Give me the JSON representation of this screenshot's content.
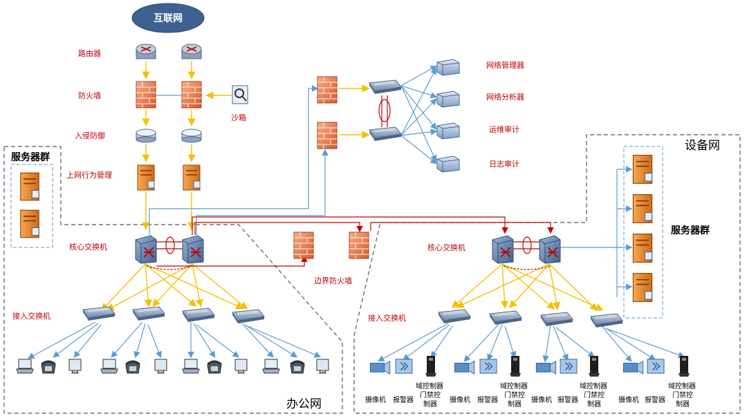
{
  "internet": "互联网",
  "labels": {
    "router": "路由器",
    "firewall": "防火墙",
    "ips": "入侵防御",
    "behavior_mgmt": "上网行为管理",
    "sandbox": "沙箱",
    "server_group_left": "服务器群",
    "core_switch_left": "核心交换机",
    "access_switch_left": "接入交换机",
    "border_firewall": "边界防火墙",
    "office_net": "办公网",
    "device_net": "设备网",
    "server_group_right": "服务器群",
    "core_switch_right": "核心交换机",
    "access_switch_right": "接入交换机"
  },
  "mgmt_items": [
    "网络管理器",
    "网络分析器",
    "运维审计",
    "日志审计"
  ],
  "device_labels": {
    "camera": "摄像机",
    "alarm": "报警器",
    "controller_l1": "域控制器",
    "controller_l2": "门禁控",
    "controller_l3": "制器"
  },
  "colors": {
    "red_label": "#c00000",
    "yellow_link": "#f5c000",
    "blue_link": "#5b9bd5",
    "red_link": "#c00000",
    "firewall": "#e8743b",
    "switch": "#7f96b2"
  }
}
